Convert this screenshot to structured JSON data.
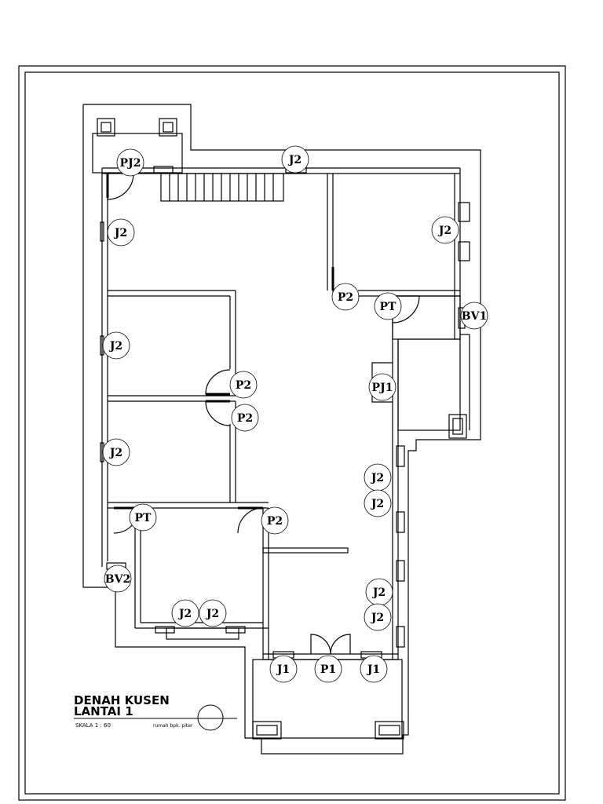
{
  "title": {
    "line1": "DENAH KUSEN",
    "line2": "LANTAI 1",
    "scale": "SKALA 1 : 60",
    "owner": "rumah bpk. piter"
  },
  "tags": {
    "pj2": "PJ2",
    "j2": "J2",
    "p2": "P2",
    "pt": "PT",
    "bv1": "BV1",
    "bv2": "BV2",
    "pj1": "PJ1",
    "j1": "J1",
    "p1": "P1"
  },
  "colors": {
    "ink": "#000000",
    "paper": "#ffffff"
  }
}
